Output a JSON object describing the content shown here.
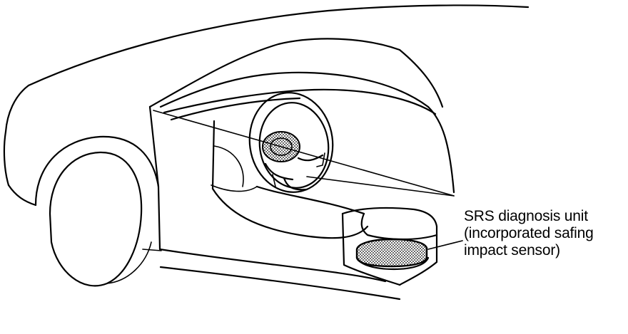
{
  "callout": {
    "line1": "SRS diagnosis unit",
    "line2": "(incorporated safing",
    "line3": "impact sensor)"
  },
  "colors": {
    "ink": "#000000",
    "background": "#ffffff",
    "module_fill": "#9a9a9a"
  }
}
